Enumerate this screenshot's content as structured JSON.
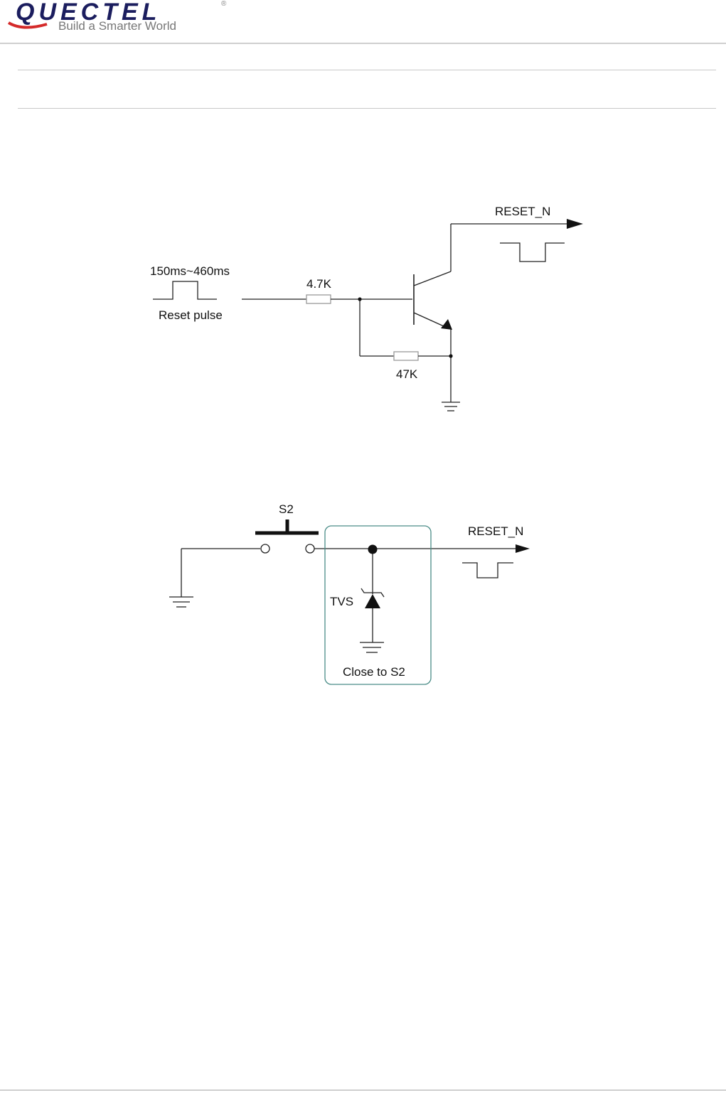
{
  "header": {
    "logo_text": "QUECTEL",
    "registered_mark": "®",
    "tagline": "Build a Smarter World",
    "brand_color": "#1b1d5e",
    "accent_color": "#d42a2a"
  },
  "diagram1": {
    "pulse_label": "150ms~460ms",
    "pulse_caption": "Reset pulse",
    "r1_label": "4.7K",
    "r2_label": "47K",
    "output_label": "RESET_N"
  },
  "diagram2": {
    "switch_label": "S2",
    "tvs_label": "TVS",
    "box_label": "Close to S2",
    "output_label": "RESET_N",
    "box_color": "#4a8c87"
  }
}
